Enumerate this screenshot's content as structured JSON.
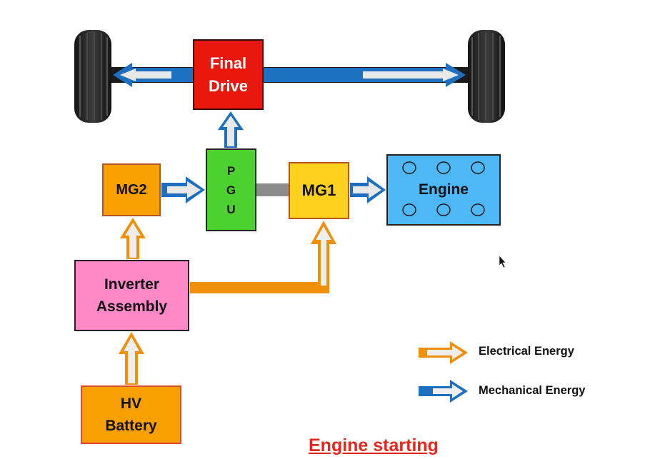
{
  "blocks": {
    "final_drive": [
      "Final",
      "Drive"
    ],
    "pgu": [
      "P",
      "G",
      "U"
    ],
    "mg2": "MG2",
    "mg1": "MG1",
    "engine": "Engine",
    "inverter": [
      "Inverter",
      "Assembly"
    ],
    "battery": [
      "HV",
      "Battery"
    ]
  },
  "legend": {
    "electrical": "Electrical Energy",
    "mechanical": "Mechanical Energy"
  },
  "caption": "Engine starting",
  "colors": {
    "electrical_arrow": "#f0900a",
    "mechanical_arrow": "#1d6fc0",
    "final_drive": "#e8180f",
    "pgu": "#4cd131",
    "mg2": "#f7a000",
    "mg1": "#ffd11f",
    "engine": "#4db8f5",
    "inverter": "#ff88c8",
    "battery": "#f7a000",
    "caption": "#e5271e"
  }
}
